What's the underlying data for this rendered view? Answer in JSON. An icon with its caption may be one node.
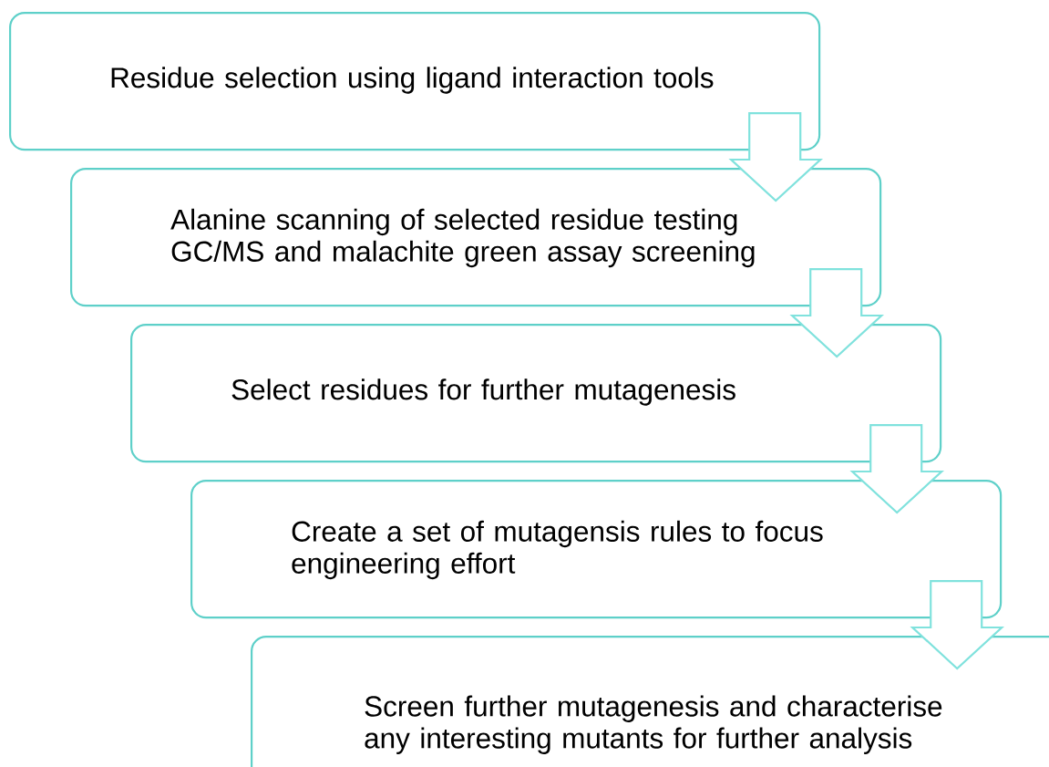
{
  "diagram": {
    "nodes": [
      {
        "text": [
          "Residue selection using ligand interaction tools"
        ]
      },
      {
        "text": [
          "Alanine scanning of selected residue testing GC/MS and malachite green assay screening"
        ]
      },
      {
        "text": [
          "Select residues for further mutagenesis"
        ]
      },
      {
        "text": [
          "Create a set of mutagensis rules to focus engineering effort"
        ]
      },
      {
        "text": [
          "Screen further mutagenesis and characterise any interesting mutants for further analysis"
        ]
      }
    ],
    "edges": [
      {
        "from": 0,
        "to": 1,
        "arrow": "to"
      },
      {
        "from": 1,
        "to": 2,
        "arrow": "to"
      },
      {
        "from": 2,
        "to": 3,
        "arrow": "to"
      },
      {
        "from": 3,
        "to": 4,
        "arrow": "to"
      }
    ]
  }
}
